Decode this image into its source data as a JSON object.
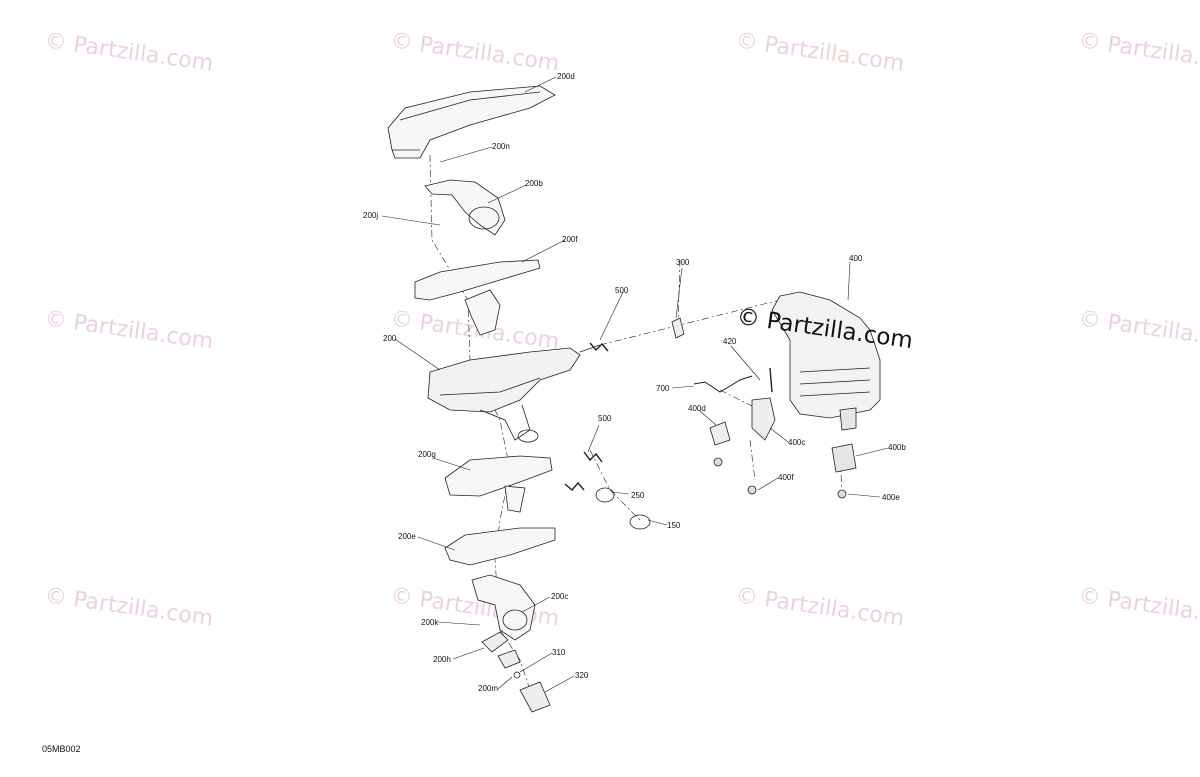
{
  "watermark": {
    "text": "© Partzilla.com",
    "color": "#c06060"
  },
  "center_watermark": {
    "text": "© Partzilla.com"
  },
  "diagram_code": "05MB002",
  "callouts": {
    "c200d": "200d",
    "c200n": "200n",
    "c200b": "200b",
    "c200j": "200j",
    "c200f": "200f",
    "c300": "300",
    "c400": "400",
    "c500a": "500",
    "c420": "420",
    "c200": "200",
    "c700": "700",
    "c400d": "400d",
    "c500b": "500",
    "c400c": "400c",
    "c400b": "400b",
    "c200g": "200g",
    "c250": "250",
    "c400f": "400f",
    "c400e": "400e",
    "c150": "150",
    "c200e": "200e",
    "c200c": "200c",
    "c200k": "200k",
    "c200h": "200h",
    "c310": "310",
    "c200m": "200m",
    "c320": "320"
  }
}
